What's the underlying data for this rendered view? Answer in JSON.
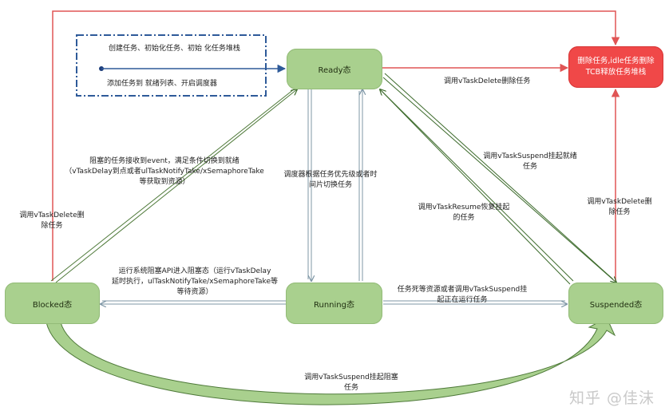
{
  "states": {
    "ready": "Ready态",
    "running": "Running态",
    "blocked": "Blocked态",
    "suspended": "Suspended态",
    "deleted": "删除任务,idle任务删除\nTCB释放任务堆栈"
  },
  "labels": {
    "init_line1": "创建任务、初始化任务、初始 化任务堆栈",
    "init_line2": "添加任务到 就绪列表、开启调度器",
    "ready_to_deleted": "调用vTaskDelete删除任务",
    "blocked_to_ready": "阻塞的任务接收到event，满足条件切换到就绪\n（vTaskDelay到点或者ulTaskNotifyTake/xSemaphoreTake\n等获取到资源）",
    "blocked_delete": "调用vTaskDelete删\n除任务",
    "ready_running": "调度器根据任务优先级或者时\n间片切换任务",
    "running_to_blocked": "运行系统阻塞API进入阻塞态（运行vTaskDelay\n延时执行，ulTaskNotifyTake/xSemaphoreTake等\n等待资源）",
    "ready_to_suspended": "调用vTaskSuspend挂起就绪\n任务",
    "suspended_to_ready": "调用vTaskResume恢复挂起\n的任务",
    "running_to_suspended": "任务死等资源或者调用vTaskSuspend挂\n起正在运行任务",
    "suspended_delete": "调用vTaskDelete删\n除任务",
    "blocked_to_suspended": "调用vTaskSuspend挂起阻塞\n任务"
  },
  "watermark": "知乎 @佳沫",
  "colors": {
    "state_fill": "#a9d08e",
    "deleted_fill": "#f04848",
    "delete_arrow": "#e05555",
    "green_arrow": "#4f7a3a",
    "gray_arrow": "#8fa3b0",
    "init_arrow": "#2e5a99",
    "curve_fill": "#a9d08e"
  }
}
